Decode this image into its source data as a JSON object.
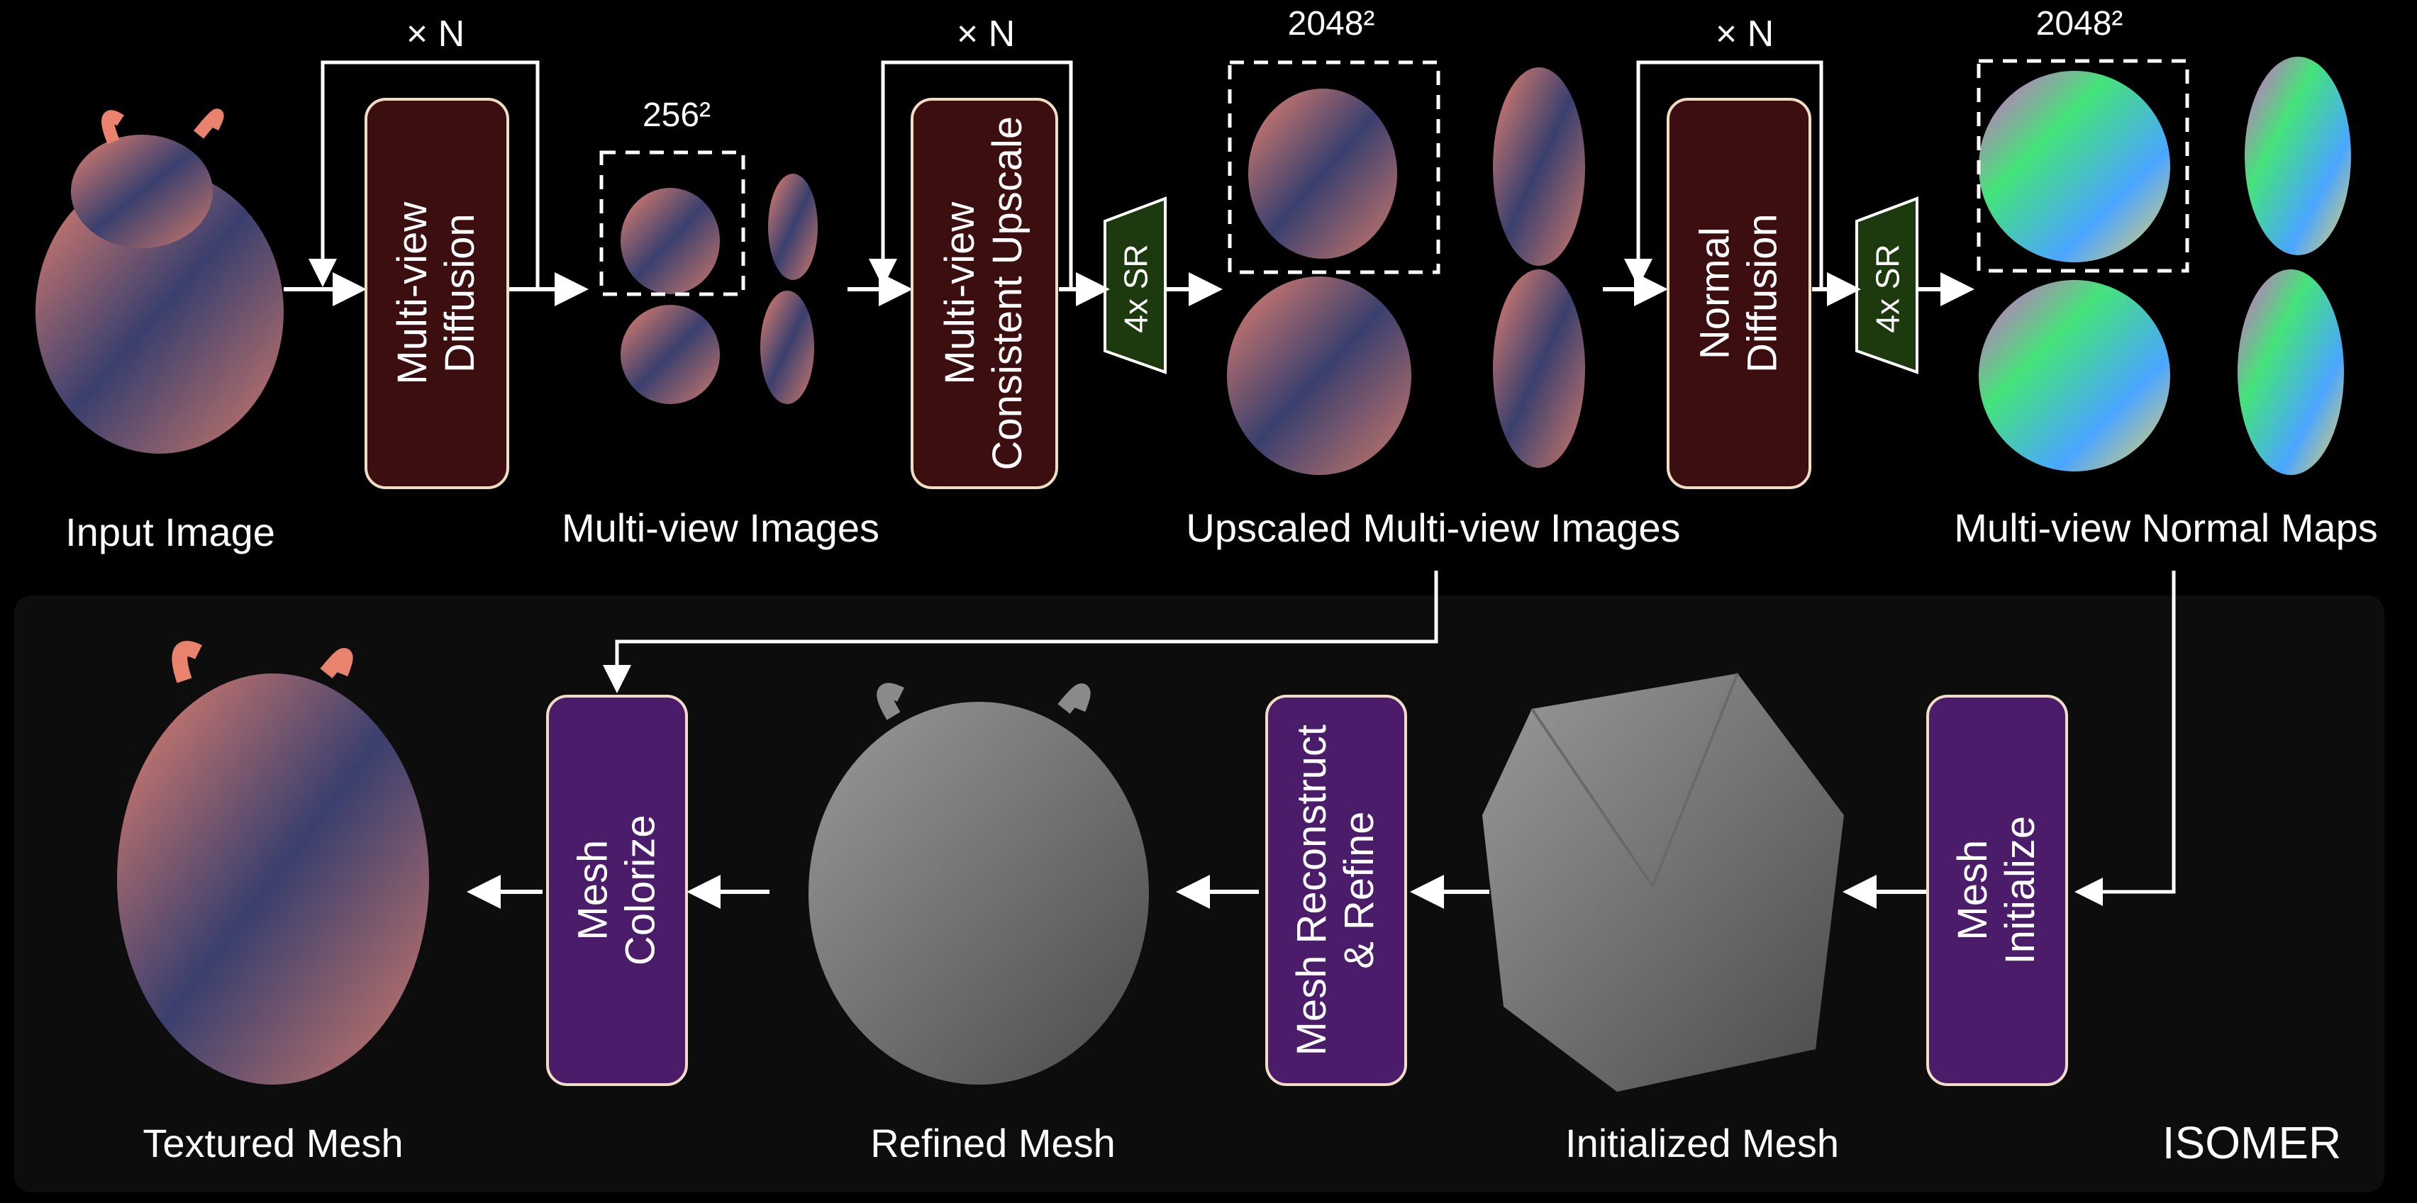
{
  "top": {
    "labels": {
      "input": "Input Image",
      "mv_images": "Multi-view Images",
      "upscaled": "Upscaled Multi-view Images",
      "normals": "Multi-view Normal Maps"
    },
    "res_256": "256²",
    "res_2048_a": "2048²",
    "res_2048_b": "2048²",
    "repeat_1": "× N",
    "repeat_2": "× N",
    "repeat_3": "× N",
    "box_diffusion": "Multi-view\nDiffusion",
    "box_upscale": "Multi-view\nConsistent Upscale",
    "box_normal": "Normal\nDiffusion",
    "sr_1": "4x SR",
    "sr_2": "4x SR"
  },
  "bottom": {
    "labels": {
      "textured": "Textured Mesh",
      "refined": "Refined Mesh",
      "initialized": "Initialized Mesh"
    },
    "box_colorize": "Mesh\nColorize",
    "box_reconstruct": "Mesh Reconstruct\n& Refine",
    "box_initialize": "Mesh\nInitialize",
    "brand": "ISOMER"
  },
  "colors": {
    "background": "#000000",
    "panel": "#0d0d0d",
    "box_brown": "#3d0e10",
    "box_purple": "#4a1c6a",
    "box_border": "#f1dcc4",
    "sr_fill": "#1d3a0e"
  }
}
